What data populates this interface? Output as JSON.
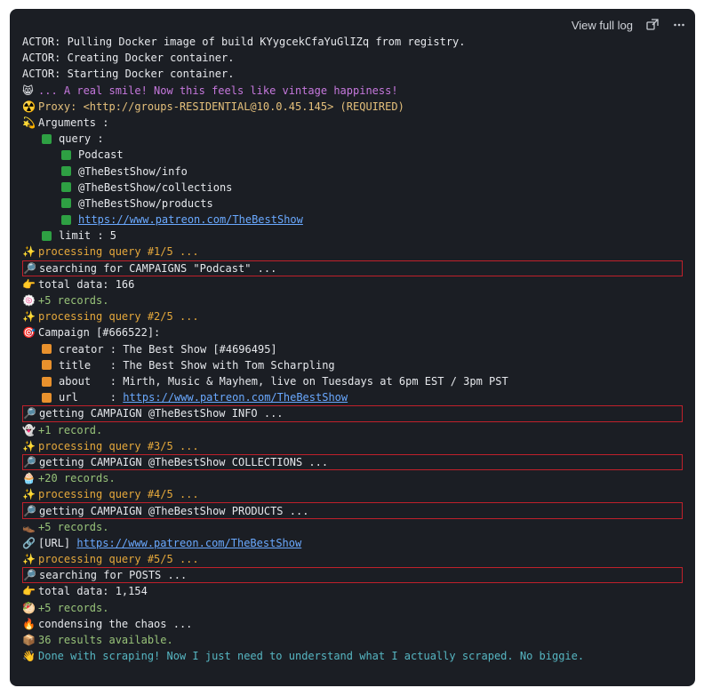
{
  "toolbar": {
    "view_full_log": "View full log",
    "icons": [
      "expand-icon",
      "more-icon"
    ]
  },
  "lines": [
    {
      "indent": 0,
      "emoji": "",
      "text": "ACTOR: Pulling Docker image of build KYygcekCfaYuGlIZq from registry.",
      "color": "default"
    },
    {
      "indent": 0,
      "emoji": "",
      "text": "ACTOR: Creating Docker container.",
      "color": "default"
    },
    {
      "indent": 0,
      "emoji": "",
      "text": "ACTOR: Starting Docker container.",
      "color": "default"
    },
    {
      "indent": 0,
      "emoji": "😸",
      "text": "... A real smile! Now this feels like vintage happiness!",
      "color": "purple"
    },
    {
      "indent": 0,
      "emoji": "☢️",
      "text": "Proxy: <http://groups-RESIDENTIAL@10.0.45.145> (REQUIRED)",
      "color": "yellow"
    },
    {
      "indent": 0,
      "emoji": "💫",
      "text": "Arguments :",
      "color": "default"
    },
    {
      "indent": 1,
      "square": "green",
      "text": "query :",
      "color": "default"
    },
    {
      "indent": 2,
      "square": "green",
      "text": "Podcast",
      "color": "default"
    },
    {
      "indent": 2,
      "square": "green",
      "text": "@TheBestShow/info",
      "color": "default"
    },
    {
      "indent": 2,
      "square": "green",
      "text": "@TheBestShow/collections",
      "color": "default"
    },
    {
      "indent": 2,
      "square": "green",
      "text": "@TheBestShow/products",
      "color": "default"
    },
    {
      "indent": 2,
      "square": "green",
      "text": "https://www.patreon.com/TheBestShow",
      "color": "link"
    },
    {
      "indent": 1,
      "square": "green",
      "text": "limit : 5",
      "color": "default"
    },
    {
      "indent": 0,
      "emoji": "✨",
      "text": "processing query #1/5 ...",
      "color": "orange"
    },
    {
      "indent": 0,
      "emoji": "🔎",
      "text": "searching for CAMPAIGNS \"Podcast\" ...",
      "color": "default",
      "boxed": true
    },
    {
      "indent": 0,
      "emoji": "👉",
      "text": "total data: 166",
      "color": "default"
    },
    {
      "indent": 0,
      "emoji": "🍥",
      "text": "+5 records.",
      "color": "green"
    },
    {
      "indent": 0,
      "emoji": "✨",
      "text": "processing query #2/5 ...",
      "color": "orange"
    },
    {
      "indent": 0,
      "emoji": "🎯",
      "text": "Campaign [#666522]:",
      "color": "default"
    },
    {
      "indent": 1,
      "square": "orange",
      "text": "creator : The Best Show [#4696495]",
      "color": "default"
    },
    {
      "indent": 1,
      "square": "orange",
      "text": "title   : The Best Show with Tom Scharpling",
      "color": "default"
    },
    {
      "indent": 1,
      "square": "orange",
      "text": "about   : Mirth, Music & Mayhem, live on Tuesdays at 6pm EST / 3pm PST",
      "color": "default"
    },
    {
      "indent": 1,
      "square": "orange",
      "text": "url     : ",
      "color": "default",
      "link": "https://www.patreon.com/TheBestShow"
    },
    {
      "indent": 0,
      "emoji": "🔎",
      "text": "getting CAMPAIGN @TheBestShow INFO ...",
      "color": "default",
      "boxed": true
    },
    {
      "indent": 0,
      "emoji": "👻",
      "text": "+1 record.",
      "color": "green"
    },
    {
      "indent": 0,
      "emoji": "✨",
      "text": "processing query #3/5 ...",
      "color": "orange"
    },
    {
      "indent": 0,
      "emoji": "🔎",
      "text": "getting CAMPAIGN @TheBestShow COLLECTIONS ...",
      "color": "default",
      "boxed": true
    },
    {
      "indent": 0,
      "emoji": "🧁",
      "text": "+20 records.",
      "color": "green"
    },
    {
      "indent": 0,
      "emoji": "✨",
      "text": "processing query #4/5 ...",
      "color": "orange"
    },
    {
      "indent": 0,
      "emoji": "🔎",
      "text": "getting CAMPAIGN @TheBestShow PRODUCTS ...",
      "color": "default",
      "boxed": true
    },
    {
      "indent": 0,
      "emoji": "👞",
      "text": "+5 records.",
      "color": "green"
    },
    {
      "indent": 0,
      "emoji": "🔗",
      "text": "[URL] ",
      "color": "default",
      "link": "https://www.patreon.com/TheBestShow"
    },
    {
      "indent": 0,
      "emoji": "✨",
      "text": "processing query #5/5 ...",
      "color": "orange"
    },
    {
      "indent": 0,
      "emoji": "🔎",
      "text": "searching for POSTS ...",
      "color": "default",
      "boxed": true
    },
    {
      "indent": 0,
      "emoji": "👉",
      "text": "total data: 1,154",
      "color": "default"
    },
    {
      "indent": 0,
      "emoji": "🥙",
      "text": "+5 records.",
      "color": "green"
    },
    {
      "indent": 0,
      "emoji": "🔥",
      "text": "condensing the chaos ...",
      "color": "default"
    },
    {
      "indent": 0,
      "emoji": "📦",
      "text": "36 results available.",
      "color": "green"
    },
    {
      "indent": 0,
      "emoji": "👋",
      "text": "Done with scraping! Now I just need to understand what I actually scraped. No biggie.",
      "color": "done"
    }
  ],
  "colors": {
    "panel_bg": "#1b1e24",
    "highlight_border": "#c0212b",
    "link": "#6aa9ff",
    "green_square": "#2ea043",
    "orange_square": "#e8912d"
  }
}
